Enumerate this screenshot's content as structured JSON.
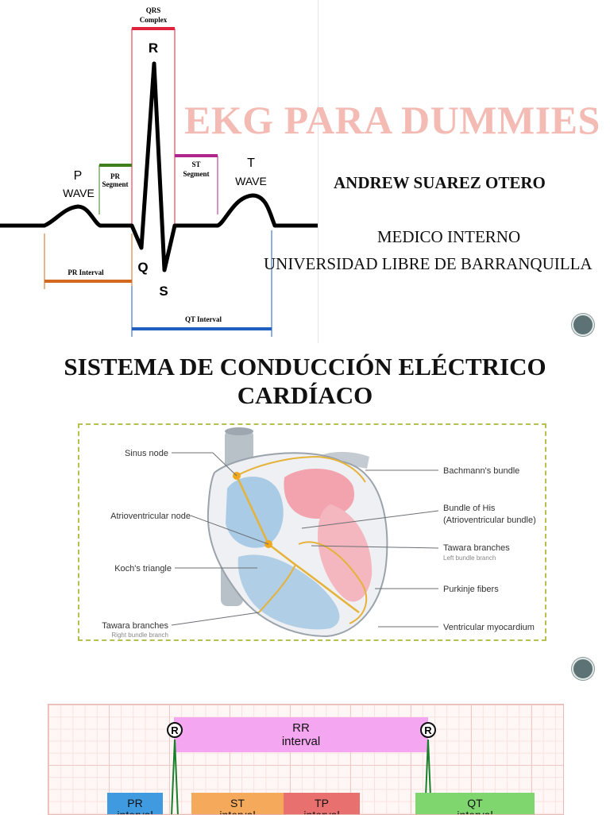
{
  "slide1": {
    "title": "EKG PARA DUMMIES",
    "author": "ANDREW SUAREZ OTERO",
    "role": "MEDICO INTERNO",
    "university": "UNIVERSIDAD LIBRE DE BARRANQUILLA",
    "ecg_labels": {
      "qrs_line1": "QRS",
      "qrs_line2": "Complex",
      "r": "R",
      "q": "Q",
      "s": "S",
      "p": "P",
      "p_wave": "WAVE",
      "t": "T",
      "t_wave": "WAVE",
      "pr_segment_1": "PR",
      "pr_segment_2": "Segment",
      "st_segment_1": "ST",
      "st_segment_2": "Segment",
      "pr_interval": "PR Interval",
      "qt_interval": "QT Interval"
    },
    "colors": {
      "qrs": "#e0233a",
      "pr_segment": "#3f7f1e",
      "st_segment": "#b0268e",
      "pr_interval": "#d2691e",
      "qt_interval": "#1f5fbf",
      "title": "#f3b4ad"
    }
  },
  "slide2": {
    "title_line1": "SISTEMA DE CONDUCCIÓN ELÉCTRICO",
    "title_line2": "CARDÍACO",
    "labels": {
      "sinus_node": "Sinus node",
      "av_node": "Atrioventricular node",
      "kochs_triangle": "Koch's triangle",
      "tawara_right": "Tawara branches",
      "tawara_right_sub": "Right bundle branch",
      "bachmann": "Bachmann's bundle",
      "his": "Bundle of His",
      "his_sub": "(Atrioventricular bundle)",
      "tawara_left": "Tawara branches",
      "tawara_left_sub": "Left bundle branch",
      "purkinje": "Purkinje fibers",
      "myocardium": "Ventricular myocardium"
    }
  },
  "slide3": {
    "r_left": "R",
    "r_right": "R",
    "rr_line1": "RR",
    "rr_line2": "interval",
    "pr_line1": "PR",
    "pr_line2": "interval",
    "st_line1": "ST",
    "st_line2": "interval",
    "tp_line1": "TP",
    "tp_line2": "interval",
    "qt_line1": "QT",
    "qt_line2": "interval",
    "colors": {
      "rr": "#f4a6f0",
      "pr": "#3f9ae0",
      "st": "#f5a95a",
      "tp": "#e8706e",
      "qt": "#7fd66e"
    }
  }
}
